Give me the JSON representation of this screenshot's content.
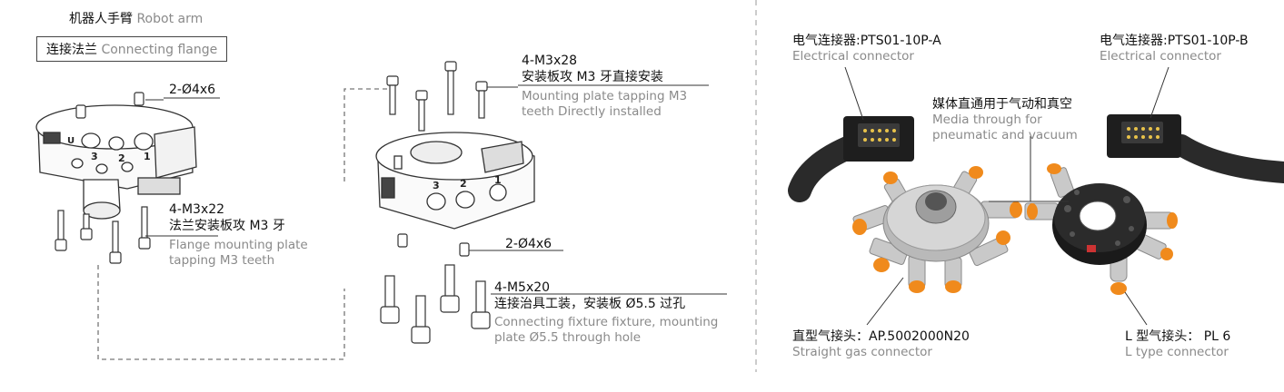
{
  "left": {
    "title_cn": "机器人手臂",
    "title_en": "Robot arm",
    "flange_box_cn": "连接法兰",
    "flange_box_en": "Connecting flange",
    "pin_top_label": "2-Ø4x6",
    "screw_flange": {
      "code": "4-M3x22",
      "cn": "法兰安装板攻 M3 牙",
      "en_line1": "Flange mounting plate",
      "en_line2": "tapping M3 teeth"
    },
    "screw_plate": {
      "code": "4-M3x28",
      "cn": "安装板攻 M3 牙直接安装",
      "en_line1": "Mounting plate tapping M3",
      "en_line2": "teeth Directly installed"
    },
    "pin_bottom_label": "2-Ø4x6",
    "screw_fixture": {
      "code": "4-M5x20",
      "cn": "连接治具工装，安装板 Ø5.5 过孔",
      "en_line1": "Connecting fixture fixture, mounting",
      "en_line2": "plate Ø5.5 through hole"
    },
    "module_marks": {
      "left_part": [
        "3",
        "2",
        "1",
        "U"
      ],
      "right_part": [
        "3",
        "2",
        "1"
      ]
    }
  },
  "right": {
    "connector_a": {
      "cn": "电气连接器:PTS01-10P-A",
      "en": "Electrical connector"
    },
    "connector_b": {
      "cn": "电气连接器:PTS01-10P-B",
      "en": "Electrical connector"
    },
    "media": {
      "cn": "媒体直通用于气动和真空",
      "en_line1": "Media through for",
      "en_line2": "pneumatic and vacuum"
    },
    "straight": {
      "cn": "直型气接头：AP.5002000N20",
      "en": "Straight gas connector"
    },
    "ltype": {
      "cn": "L 型气接头： PL 6",
      "en": "L type connector"
    }
  },
  "colors": {
    "fitting_orange": "#f08a1c",
    "line": "#333333",
    "dash": "#777777"
  }
}
